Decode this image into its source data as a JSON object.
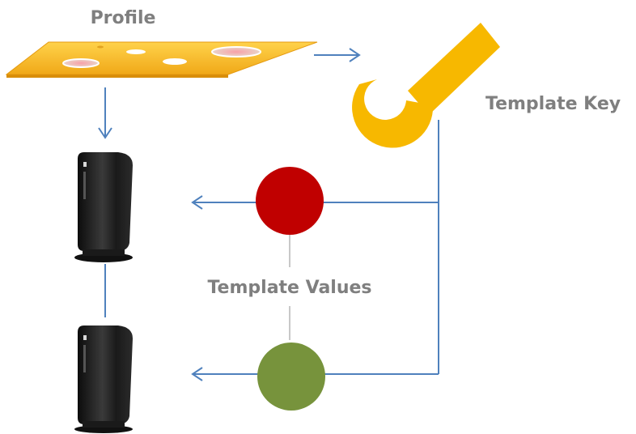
{
  "labels": {
    "profile": "Profile",
    "template_key": "Template Key",
    "template_values": "Template Values"
  },
  "colors": {
    "arrow": "#4f81bd",
    "label_text": "#7f7f7f",
    "profile_plate": "#f5b82e",
    "wrench": "#f7b800",
    "value_red": "#c00000",
    "value_green": "#77933c",
    "device_body": "#1e1e1e"
  },
  "icons": {
    "profile": "cheese-plate-icon",
    "template_key": "wrench-icon",
    "device": "thin-client-icon"
  }
}
